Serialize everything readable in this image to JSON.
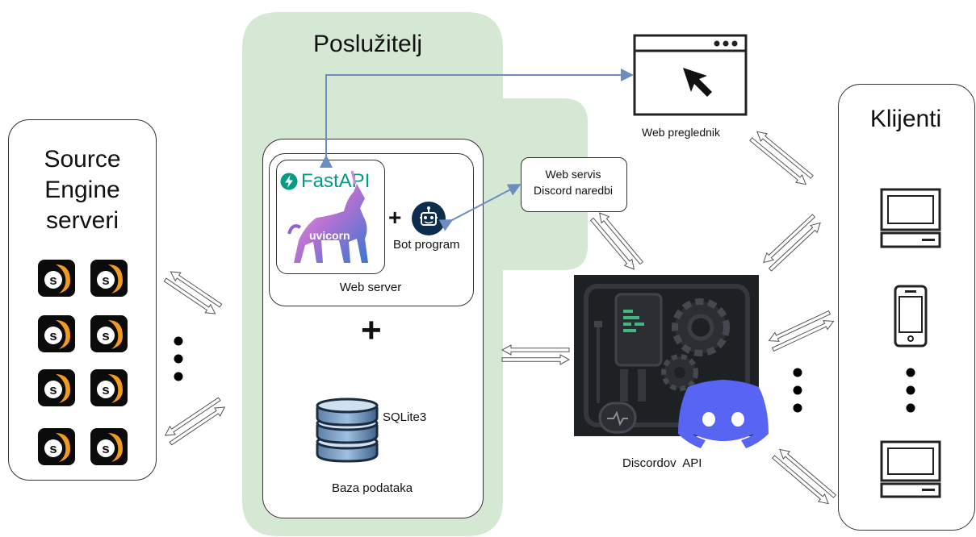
{
  "server_area": {
    "title": "Poslužitelj"
  },
  "source_servers": {
    "title_lines": [
      "Source",
      "Engine",
      "serveri"
    ],
    "icon_count": 8
  },
  "web_server": {
    "label": "Web server",
    "fastapi": "FastAPI",
    "uvicorn": "uvicorn",
    "plus": "+",
    "bot_label": "Bot program"
  },
  "database": {
    "label": "Baza podataka",
    "engine": "SQLite3",
    "plus": "+"
  },
  "web_service": {
    "line1": "Web servis",
    "line2": "Discord naredbi"
  },
  "browser": {
    "label": "Web preglednik"
  },
  "discord_api": {
    "label": "Discordov  API"
  },
  "clients": {
    "title": "Klijenti"
  },
  "colors": {
    "server_bg": "#d5e8d4",
    "arrow_blue": "#6c8ebf",
    "source_orange": "#f29a1d",
    "fastapi_teal": "#059a86",
    "discord_blurple": "#5865f2",
    "bot_navy": "#0d2d4f"
  }
}
